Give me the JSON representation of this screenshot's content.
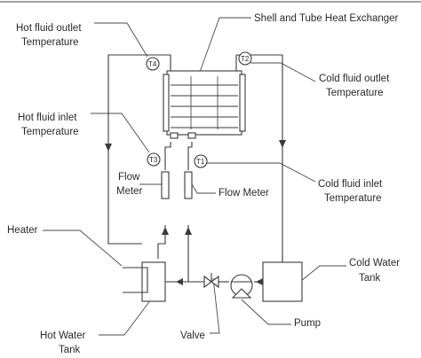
{
  "labels": {
    "hot_outlet": [
      "Hot fluid outlet",
      "Temperature"
    ],
    "hx": "Shell and Tube Heat Exchanger",
    "cold_outlet": [
      "Cold fluid outlet",
      "Temperature"
    ],
    "hot_inlet": [
      "Hot fluid inlet",
      "Temperature"
    ],
    "cold_inlet": [
      "Cold fluid inlet",
      "Temperature"
    ],
    "flow_meter_left": [
      "Flow",
      "Meter"
    ],
    "flow_meter_right": "Flow Meter",
    "heater": "Heater",
    "cold_tank": [
      "Cold Water",
      "Tank"
    ],
    "hot_tank": [
      "Hot Water",
      "Tank"
    ],
    "valve": "Valve",
    "pump": "Pump"
  },
  "sensors": {
    "t1": "T1",
    "t2": "T2",
    "t3": "T3",
    "t4": "T4"
  }
}
